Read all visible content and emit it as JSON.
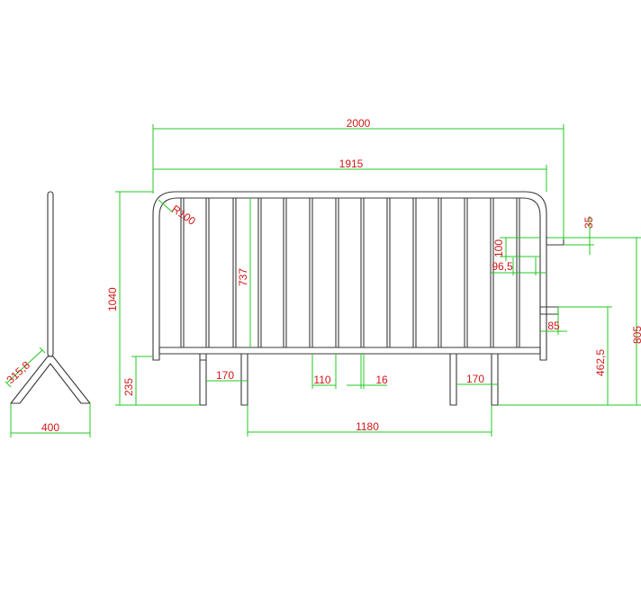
{
  "drawing": {
    "colors": {
      "outline": "#3a3a3a",
      "dimension_line": "#23c823",
      "dimension_text": "#d21616",
      "background": "#ffffff"
    },
    "dimensions": {
      "overall_length": "2000",
      "frame_length": "1915",
      "overall_height": "1040",
      "infill_height": "737",
      "corner_radius": "R100",
      "hook_length": "35",
      "hook_height": "100",
      "hook_offset": "96,5",
      "lower_hook": "85",
      "lower_hook_height": "462,5",
      "right_height": "805",
      "foot_height": "235",
      "foot_width_left": "170",
      "foot_width_right": "170",
      "bar_spacing": "110",
      "bar_diameter": "16",
      "foot_spacing": "1180",
      "base_length": "315,8",
      "base_width": "400"
    }
  }
}
